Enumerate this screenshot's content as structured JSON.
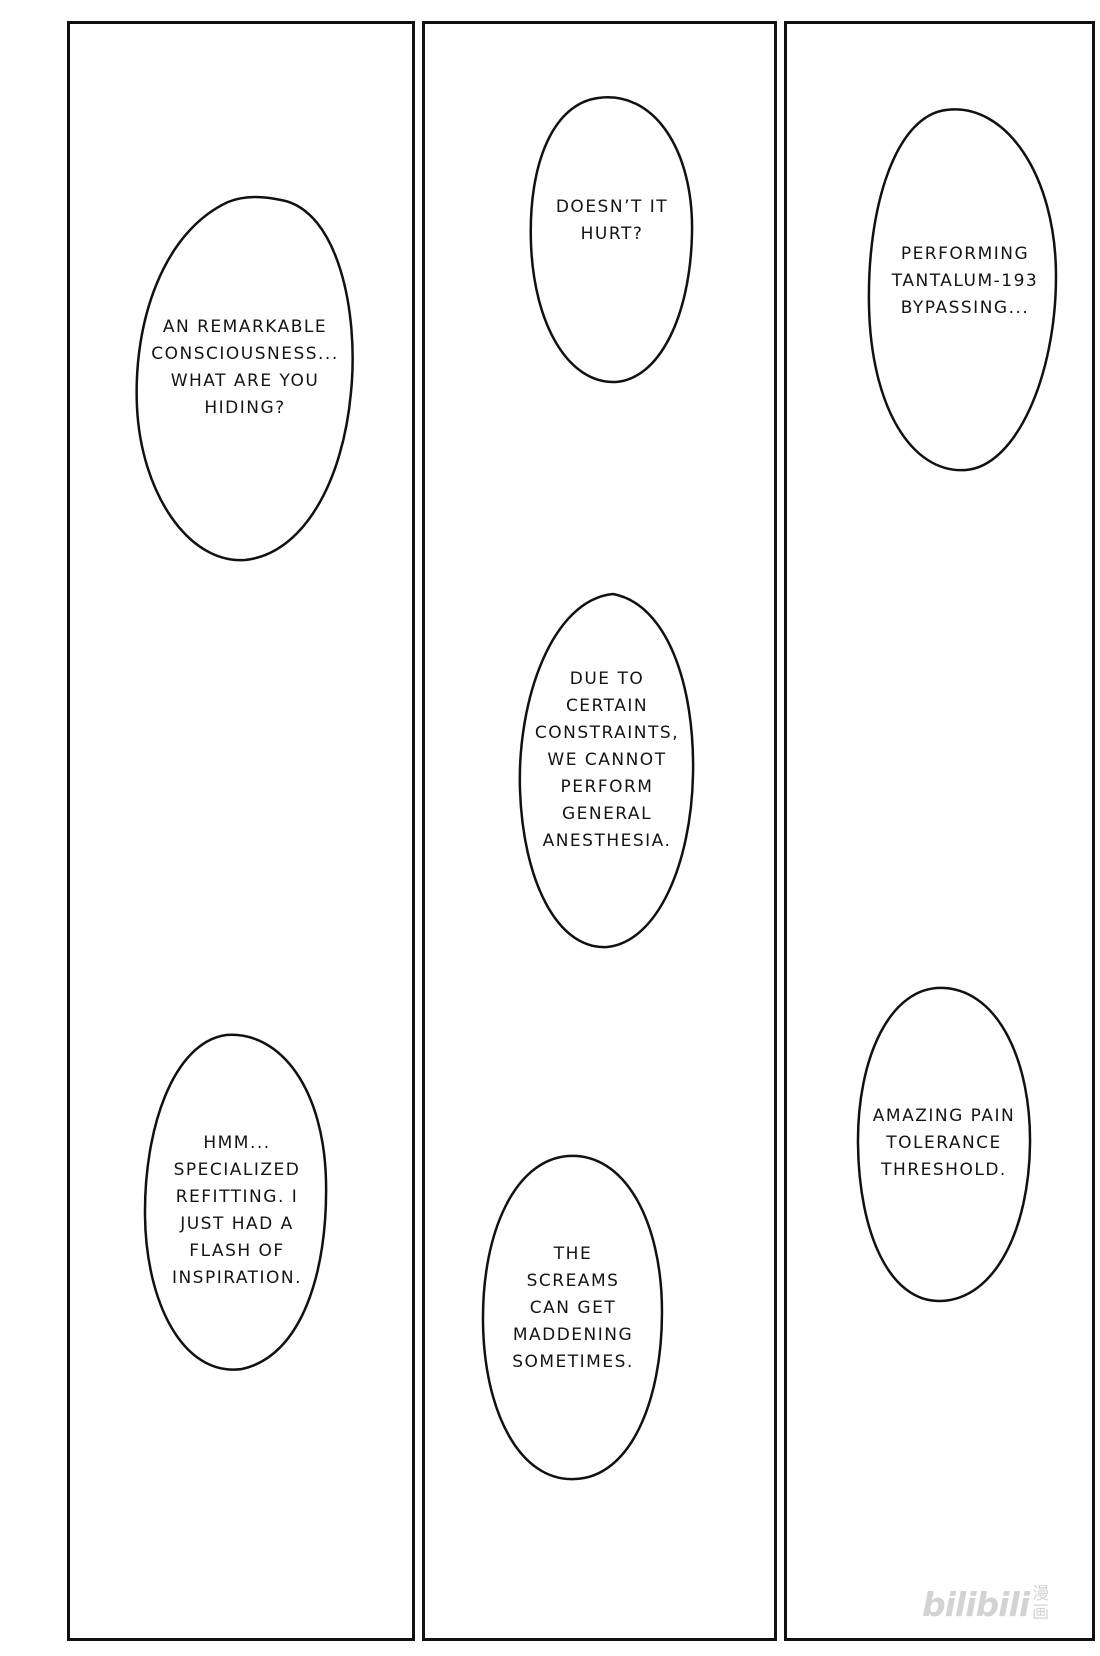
{
  "panels": [
    {
      "bubbles": [
        {
          "lines": [
            "AN REMARKABLE",
            "CONSCIOUSNESS...",
            "WHAT ARE YOU",
            "HIDING?"
          ]
        },
        {
          "lines": [
            "HMM...",
            "SPECIALIZED",
            "REFITTING. I",
            "JUST HAD A",
            "FLASH OF",
            "INSPIRATION."
          ]
        }
      ]
    },
    {
      "bubbles": [
        {
          "lines": [
            "DOESN’T IT",
            "HURT?"
          ]
        },
        {
          "lines": [
            "DUE TO",
            "CERTAIN",
            "CONSTRAINTS,",
            "WE CANNOT",
            "PERFORM",
            "GENERAL",
            "ANESTHESIA."
          ]
        },
        {
          "lines": [
            "THE",
            "SCREAMS",
            "CAN GET",
            "MADDENING",
            "SOMETIMES."
          ]
        }
      ]
    },
    {
      "bubbles": [
        {
          "lines": [
            "PERFORMING",
            "TANTALUM-193",
            "BYPASSING..."
          ]
        },
        {
          "lines": [
            "AMAZING PAIN",
            "TOLERANCE",
            "THRESHOLD."
          ]
        }
      ]
    }
  ],
  "watermark": {
    "latin": "bilibili",
    "cjk_top": "漫",
    "cjk_bottom": "画"
  },
  "colors": {
    "ink": "#111111",
    "paper": "#ffffff",
    "watermark": "#d3d3d3"
  }
}
